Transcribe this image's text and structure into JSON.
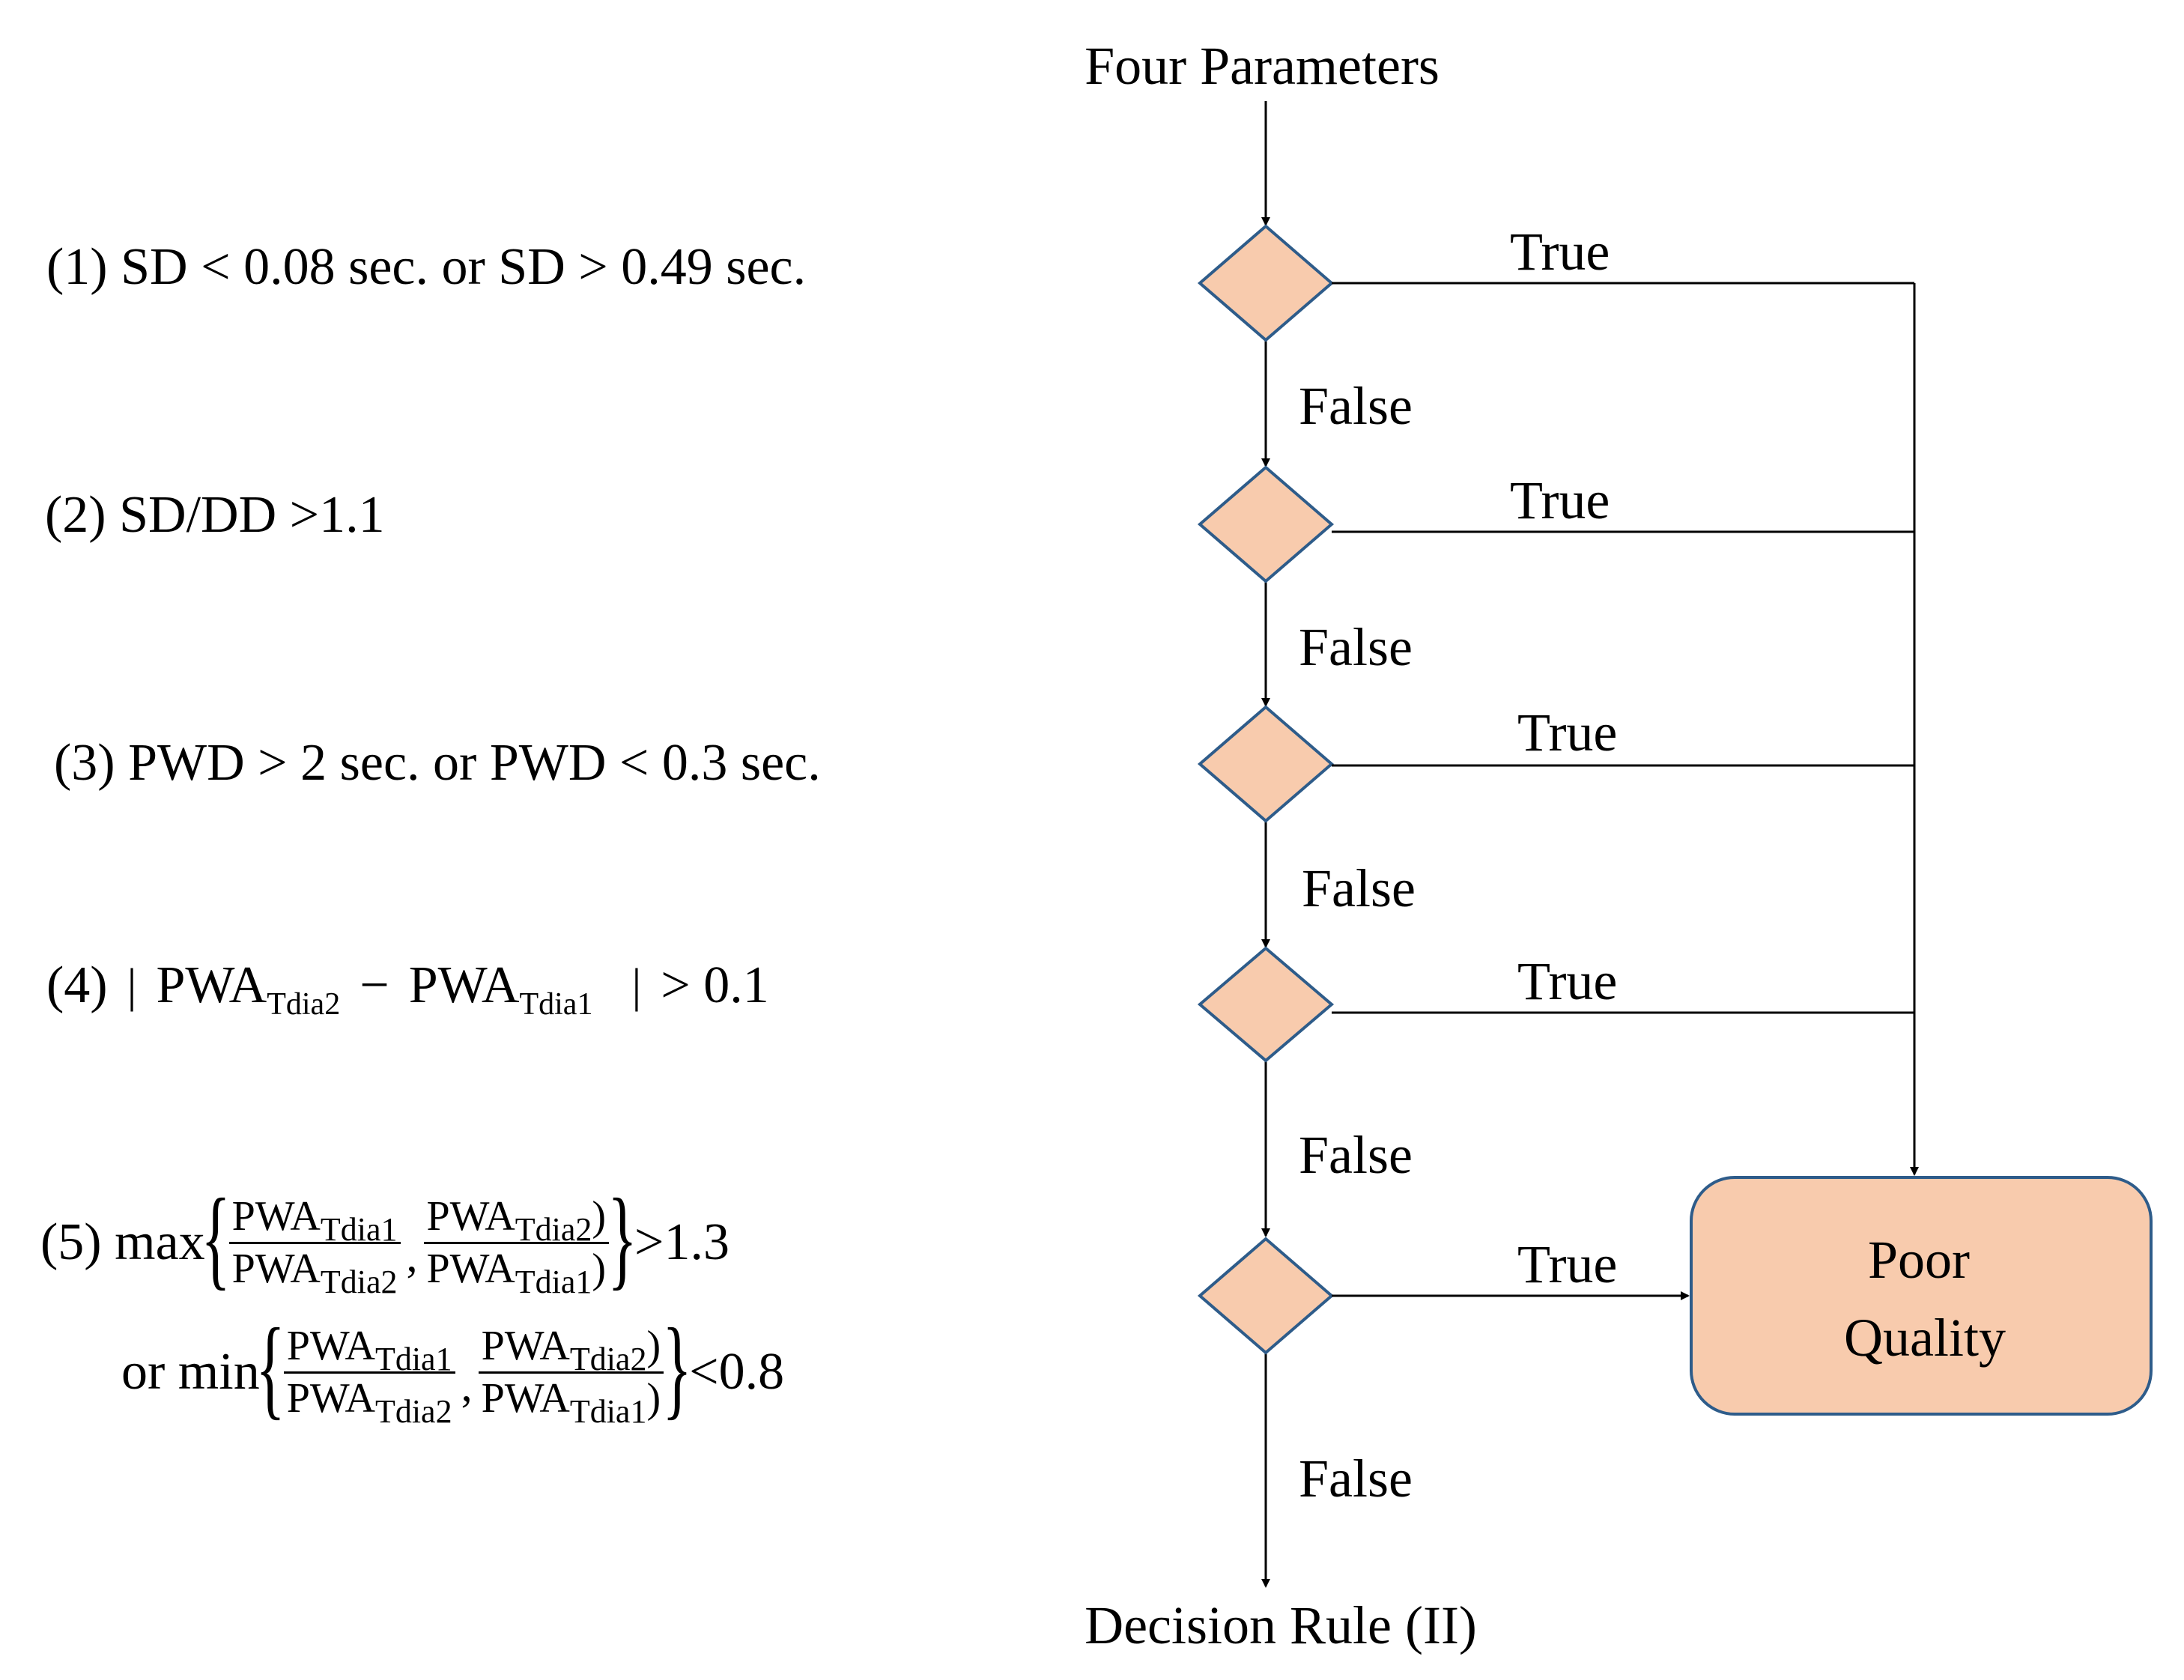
{
  "title_top": "Four Parameters",
  "title_bottom": "Decision Rule (II)",
  "outcome_box": {
    "line1": "Poor",
    "line2": "Quality",
    "fill": "#F8CBAD",
    "stroke": "#2E5C8A"
  },
  "diamond_fill": "#F8CBAD",
  "diamond_stroke": "#2E5C8A",
  "edge_labels": {
    "true": "True",
    "false": "False"
  },
  "conditions": {
    "c1": "(1) SD < 0.08 sec. or SD > 0.49 sec.",
    "c2": "(2) SD/DD >1.1",
    "c3": "(3) PWD > 2 sec. or PWD < 0.3 sec.",
    "c4": {
      "prefix": "(4)",
      "bar": "|",
      "pwa": "PWA",
      "sub_2": "Tdia2",
      "sub_1": "Tdia1",
      "minus": "−",
      "suffix": "> 0.1"
    },
    "c5": {
      "prefix": "(5) max",
      "prefix2": "or min",
      "lbrace": "{",
      "rbrace": "}",
      "pwa": "PWA",
      "sub_1": "Tdia1",
      "sub_2": "Tdia2",
      "comma": ",",
      "paren": ")",
      "tail_max": ">1.3",
      "tail_min": "<0.8"
    }
  }
}
